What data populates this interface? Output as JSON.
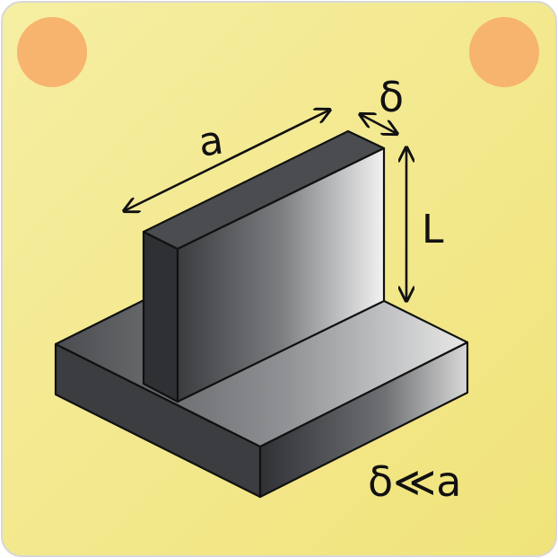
{
  "labels": {
    "a": "a",
    "delta": "δ",
    "L": "L",
    "condition": "δ≪a"
  },
  "colors": {
    "background": "#F3E98A",
    "dot": "#F7B46E",
    "outline": "#111111"
  }
}
